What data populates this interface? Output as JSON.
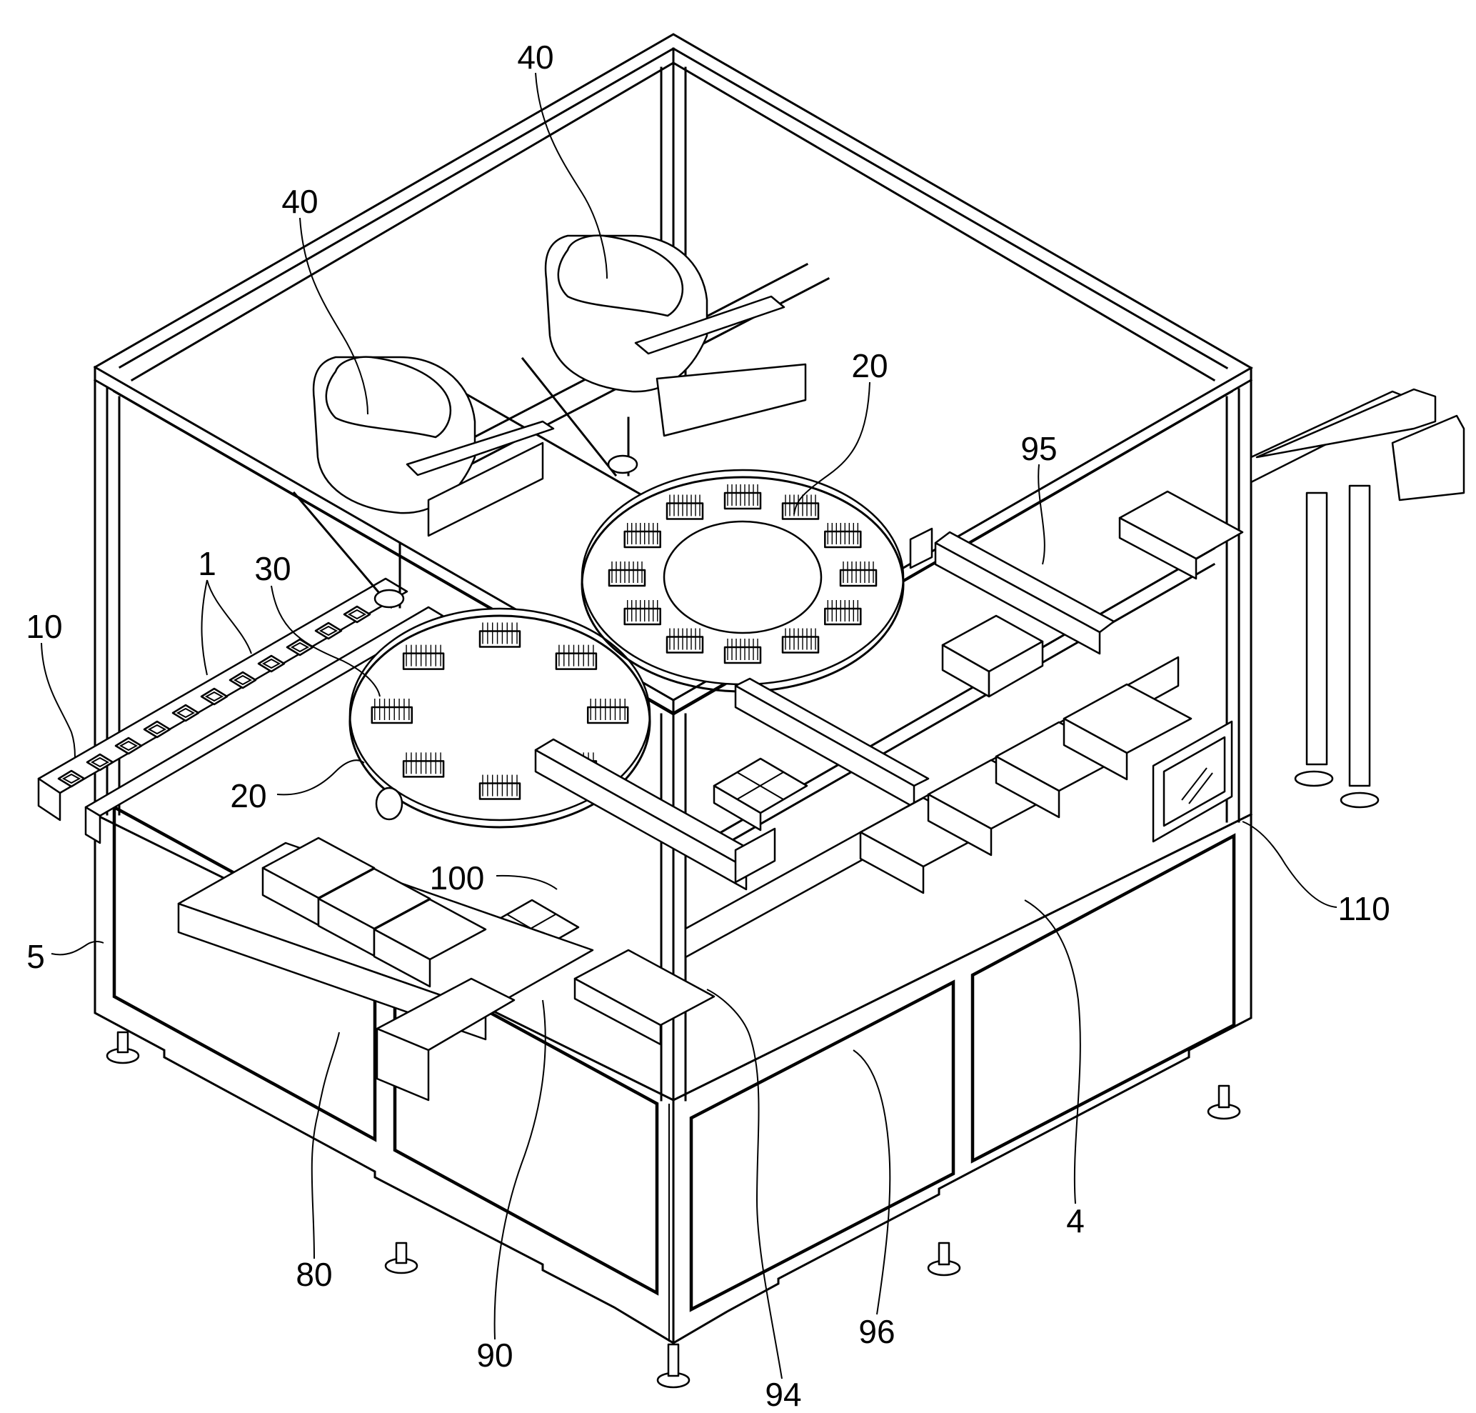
{
  "figure": {
    "type": "isometric patent line drawing",
    "subject": "automated packaging machine with enclosure frame, delta robots, turntables, conveyors and control panel",
    "line_color": "#000000",
    "background_color": "#ffffff"
  },
  "reference_numerals": [
    {
      "id": "label-40-right",
      "text": "40",
      "part": "delta robot"
    },
    {
      "id": "label-40-left",
      "text": "40",
      "part": "delta robot"
    },
    {
      "id": "label-20-upper",
      "text": "20",
      "part": "turntable"
    },
    {
      "id": "label-95",
      "text": "95",
      "part": "transfer unit"
    },
    {
      "id": "label-10",
      "text": "10",
      "part": "infeed conveyor"
    },
    {
      "id": "label-1",
      "text": "1",
      "part": "product"
    },
    {
      "id": "label-30",
      "text": "30",
      "part": "product holder"
    },
    {
      "id": "label-20-lower",
      "text": "20",
      "part": "turntable"
    },
    {
      "id": "label-100",
      "text": "100",
      "part": "transfer gripper"
    },
    {
      "id": "label-5",
      "text": "5",
      "part": "base cabinet"
    },
    {
      "id": "label-110",
      "text": "110",
      "part": "control panel"
    },
    {
      "id": "label-4",
      "text": "4",
      "part": "package box"
    },
    {
      "id": "label-80",
      "text": "80",
      "part": "box supply conveyor"
    },
    {
      "id": "label-90",
      "text": "90",
      "part": "tray"
    },
    {
      "id": "label-94",
      "text": "94",
      "part": "loading unit"
    },
    {
      "id": "label-96",
      "text": "96",
      "part": "discharge conveyor"
    }
  ]
}
